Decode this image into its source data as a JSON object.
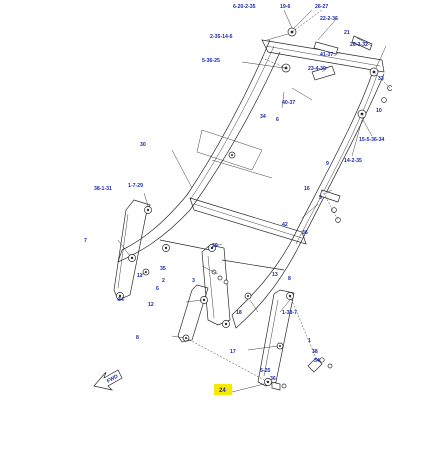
{
  "diagram": {
    "direction_label": "FWD",
    "highlight_color": "#f7ea00",
    "label_color": "#1a2aa8",
    "callouts": [
      {
        "id": "c1",
        "text": "6-20-2-35"
      },
      {
        "id": "c2",
        "text": "19-6"
      },
      {
        "id": "c3",
        "text": "26-27"
      },
      {
        "id": "c4",
        "text": "22-2-36"
      },
      {
        "id": "c5",
        "text": "21"
      },
      {
        "id": "c6",
        "text": "2-35-14-6"
      },
      {
        "id": "c7",
        "text": "28-3-32"
      },
      {
        "id": "c8",
        "text": "41-37"
      },
      {
        "id": "c9",
        "text": "5-36-25"
      },
      {
        "id": "c10",
        "text": "23-4-39"
      },
      {
        "id": "c11",
        "text": "33"
      },
      {
        "id": "c12",
        "text": "40-37"
      },
      {
        "id": "c13",
        "text": "34"
      },
      {
        "id": "c14",
        "text": "6"
      },
      {
        "id": "c15",
        "text": "10"
      },
      {
        "id": "c16",
        "text": "15-5-36-34"
      },
      {
        "id": "c17",
        "text": "30"
      },
      {
        "id": "c18",
        "text": "9"
      },
      {
        "id": "c19",
        "text": "14-2-35"
      },
      {
        "id": "c20",
        "text": "38-1-31"
      },
      {
        "id": "c21",
        "text": "1-7-29"
      },
      {
        "id": "c22",
        "text": "16"
      },
      {
        "id": "c23",
        "text": "5"
      },
      {
        "id": "c24",
        "text": "42"
      },
      {
        "id": "c25",
        "text": "36"
      },
      {
        "id": "c26",
        "text": "7"
      },
      {
        "id": "c27",
        "text": "29"
      },
      {
        "id": "c28",
        "text": "35"
      },
      {
        "id": "c29",
        "text": "2"
      },
      {
        "id": "c30",
        "text": "11"
      },
      {
        "id": "c31",
        "text": "6"
      },
      {
        "id": "c32",
        "text": "3"
      },
      {
        "id": "c33",
        "text": "13"
      },
      {
        "id": "c34",
        "text": "8"
      },
      {
        "id": "c35",
        "text": "34"
      },
      {
        "id": "c36",
        "text": "12"
      },
      {
        "id": "c37",
        "text": "18"
      },
      {
        "id": "c38",
        "text": "1-38-7"
      },
      {
        "id": "c39",
        "text": "8"
      },
      {
        "id": "c40",
        "text": "1"
      },
      {
        "id": "c41",
        "text": "17"
      },
      {
        "id": "c42",
        "text": "38"
      },
      {
        "id": "c43",
        "text": "34"
      },
      {
        "id": "c44",
        "text": "5-25"
      },
      {
        "id": "c45",
        "text": "36"
      },
      {
        "id": "c46",
        "text": "24"
      }
    ]
  }
}
